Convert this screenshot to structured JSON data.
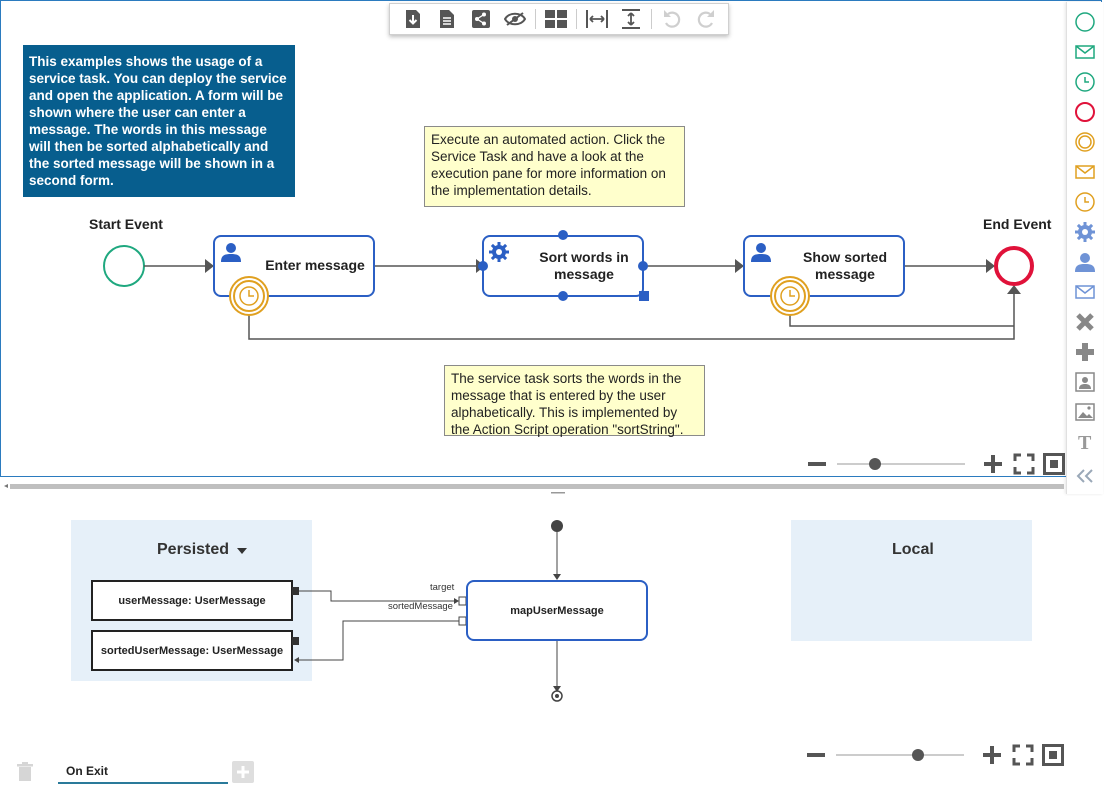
{
  "toolbar": {
    "icons": [
      "download-icon",
      "document-icon",
      "share-icon",
      "hide-icon",
      "layout-icon",
      "fit-width-icon",
      "fit-height-icon",
      "undo-icon",
      "redo-icon"
    ]
  },
  "notes": {
    "intro": "This examples shows the usage of a service task. You can deploy the service and open the application. A form will be shown where the user can enter a message. The words in this message will then be sorted alphabetically and the sorted message will be shown in a second form.",
    "service_task": "Execute an automated action. Click the Service Task and have a look at the execution pane for more information on the implementation details.",
    "sort": "The service task sorts the words in the message that is entered by the user alphabetically. This is implemented by the Action Script operation \"sortString\"."
  },
  "process": {
    "start_label": "Start Event",
    "end_label": "End Event",
    "task1": "Enter message",
    "task2_line1": "Sort words in",
    "task2_line2": "message",
    "task3_line1": "Show sorted",
    "task3_line2": "message"
  },
  "palette": [
    "start-event-icon",
    "message-start-icon",
    "timer-start-icon",
    "end-event-icon",
    "intermediate-event-icon",
    "message-intermediate-icon",
    "timer-intermediate-icon",
    "service-task-icon",
    "user-task-icon",
    "message-task-icon",
    "exclusive-gateway-icon",
    "parallel-gateway-icon",
    "image-icon",
    "picture-icon",
    "text-icon",
    "collapse-icon"
  ],
  "mapping": {
    "persisted_title": "Persisted",
    "local_title": "Local",
    "var1": "userMessage: UserMessage",
    "var2": "sortedUserMessage: UserMessage",
    "target_label": "target",
    "sorted_label": "sortedMessage",
    "map_node": "mapUserMessage"
  },
  "tabs": {
    "active": "On Exit"
  },
  "colors": {
    "accent": "#2b5fc4",
    "note_blue": "#075e8e",
    "note_yellow": "#ffffcc",
    "start": "#1fa87f",
    "end": "#e0123a",
    "timer": "#e0a020"
  }
}
